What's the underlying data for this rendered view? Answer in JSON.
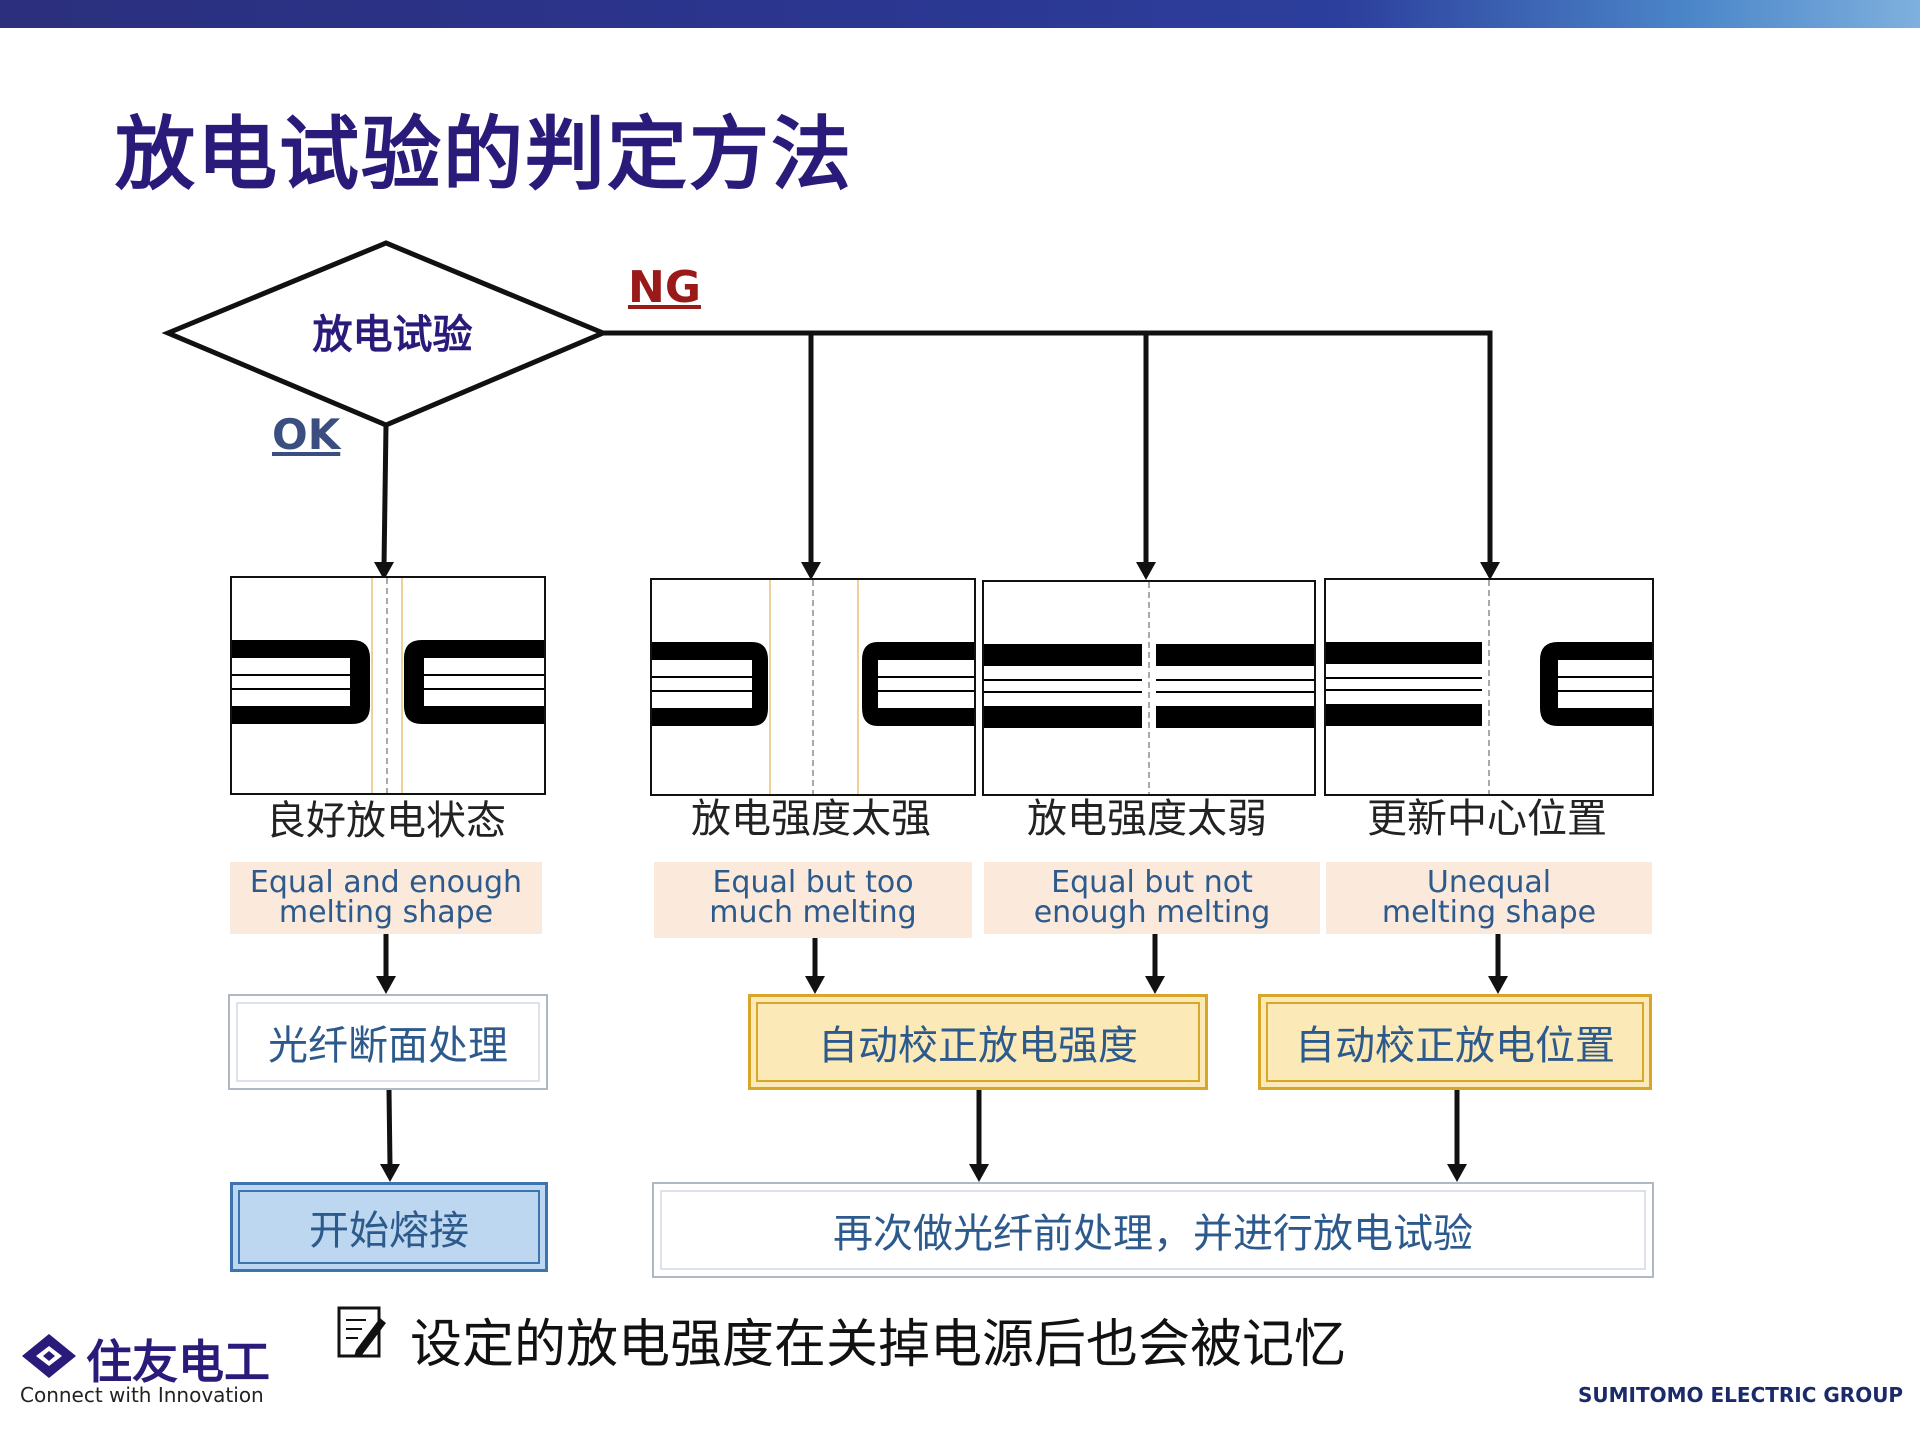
{
  "title": "放电试验的判定方法",
  "decision": {
    "label": "放电试验",
    "ok_label": "OK",
    "ng_label": "NG"
  },
  "cases": [
    {
      "caption": "良好放电状态",
      "note_line1": "Equal  and  enough",
      "note_line2": "melting  shape"
    },
    {
      "caption": "放电强度太强",
      "note_line1": "Equal  but  too",
      "note_line2": "much  melting"
    },
    {
      "caption": "放电强度太弱",
      "note_line1": "Equal  but  not",
      "note_line2": "enough  melting"
    },
    {
      "caption": "更新中心位置",
      "note_line1": "Unequal",
      "note_line2": "melting  shape"
    }
  ],
  "actions": {
    "cleave": "光纤断面处理",
    "auto_power": "自动校正放电强度",
    "auto_position": "自动校正放电位置",
    "start_splice": "开始熔接",
    "redo": "再次做光纤前处理，并进行放电试验"
  },
  "footer": {
    "note": "设定的放电强度在关掉电源后也会被记忆",
    "note_icon": "edit-note-icon",
    "logo_cn": "住友电工",
    "logo_en": "Connect with Innovation",
    "group": "SUMITOMO ELECTRIC GROUP"
  },
  "colors": {
    "title": "#2a1a7a",
    "ng": "#9a1a1a",
    "ok": "#3a4f7f",
    "note_bg": "#fbeadb",
    "action_text": "#2d5a8c",
    "yellow_box": "#fbeab8",
    "blue_box": "#bcd7ef"
  }
}
